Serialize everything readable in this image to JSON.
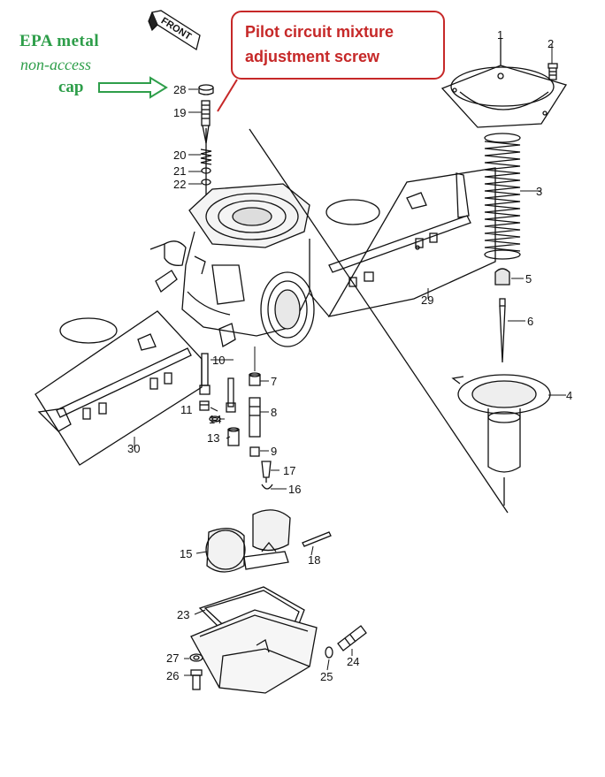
{
  "annotations": {
    "epa_line1": "EPA  metal",
    "epa_line2": "non-access",
    "epa_line3": "cap",
    "callout_line1": "Pilot circuit mixture",
    "callout_line2": "adjustment screw",
    "front_label": "FRONT",
    "annotation_color_green": "#2e9e4a",
    "annotation_color_red": "#c62828"
  },
  "parts": [
    "1",
    "2",
    "3",
    "4",
    "5",
    "6",
    "7",
    "8",
    "9",
    "10",
    "11",
    "13",
    "14",
    "15",
    "16",
    "17",
    "18",
    "19",
    "20",
    "21",
    "22",
    "23",
    "24",
    "25",
    "26",
    "27",
    "28",
    "29",
    "30"
  ]
}
